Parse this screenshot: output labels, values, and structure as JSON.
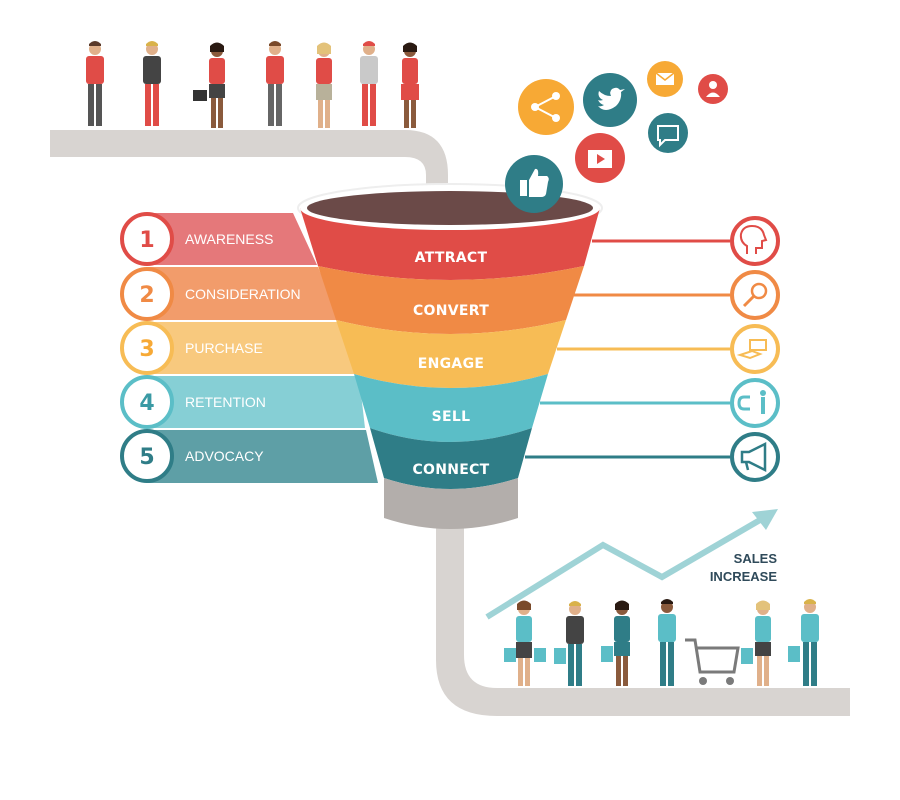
{
  "funnel": {
    "stages": [
      {
        "label": "ATTRACT",
        "color": "#e04c47"
      },
      {
        "label": "CONVERT",
        "color": "#f08a45"
      },
      {
        "label": "ENGAGE",
        "color": "#f7bc55"
      },
      {
        "label": "SELL",
        "color": "#5bbec7"
      },
      {
        "label": "CONNECT",
        "color": "#2f7d87"
      }
    ]
  },
  "steps": [
    {
      "number": "1",
      "label": "AWARENESS",
      "color": "#e5787a"
    },
    {
      "number": "2",
      "label": "CONSIDERATION",
      "color": "#f29c6b"
    },
    {
      "number": "3",
      "label": "PURCHASE",
      "color": "#f8c97e"
    },
    {
      "number": "4",
      "label": "RETENTION",
      "color": "#86cfd5"
    },
    {
      "number": "5",
      "label": "ADVOCACY",
      "color": "#5e9fa6"
    }
  ],
  "right_icons": [
    "idea-head-icon",
    "magnifier-icon",
    "handshake-money-icon",
    "magnet-person-icon",
    "megaphone-icon"
  ],
  "social_icons": [
    "share-icon",
    "twitter-bird-icon",
    "mail-icon",
    "user-icon",
    "video-icon",
    "chat-icon",
    "thumbs-up-icon"
  ],
  "sales": {
    "line1": "SALES",
    "line2": "INCREASE"
  }
}
